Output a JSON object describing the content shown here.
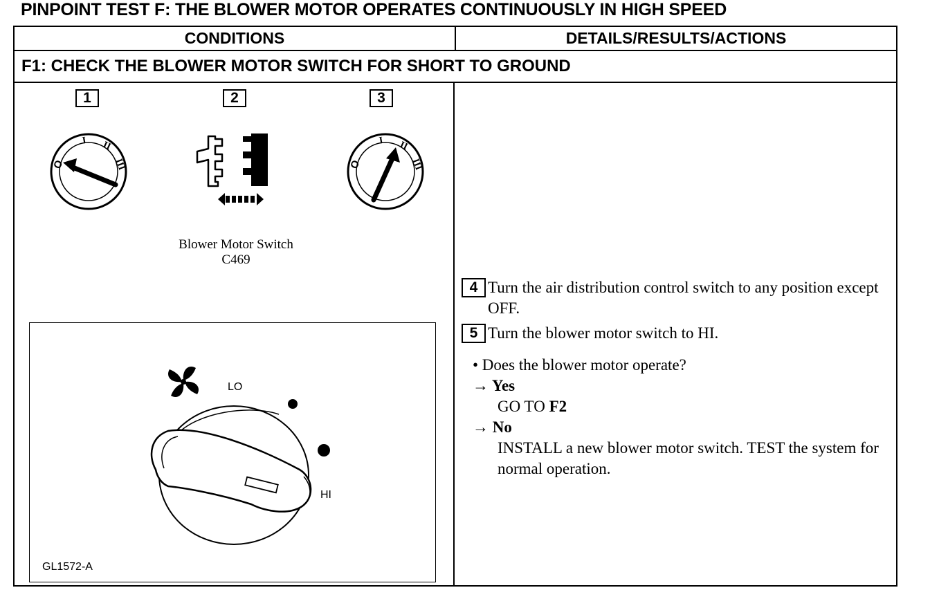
{
  "document": {
    "title": "PINPOINT TEST F: THE BLOWER MOTOR OPERATES CONTINUOUSLY IN HIGH SPEED",
    "columns": {
      "conditions": "CONDITIONS",
      "details": "DETAILS/RESULTS/ACTIONS"
    },
    "section": "F1: CHECK THE BLOWER MOTOR SWITCH FOR SHORT TO GROUND"
  },
  "figures": {
    "numbers": [
      "1",
      "2",
      "3"
    ],
    "dial_marks": [
      "O",
      "I",
      "II",
      "III"
    ],
    "caption_line1": "Blower Motor Switch",
    "caption_line2": "C469",
    "photo": {
      "lo_label": "LO",
      "hi_label": "HI",
      "id": "GL1572-A"
    }
  },
  "steps": [
    {
      "num": "4",
      "text": "Turn the air distribution control switch to any position except OFF."
    },
    {
      "num": "5",
      "text": "Turn the blower motor switch to HI."
    }
  ],
  "question": "• Does the blower motor operate?",
  "answers": {
    "arrow": "→",
    "yes_label": "Yes",
    "yes_action_prefix": "GO TO ",
    "yes_action_target": "F2",
    "no_label": "No",
    "no_action": "INSTALL a new blower motor switch. TEST the system for normal operation."
  }
}
